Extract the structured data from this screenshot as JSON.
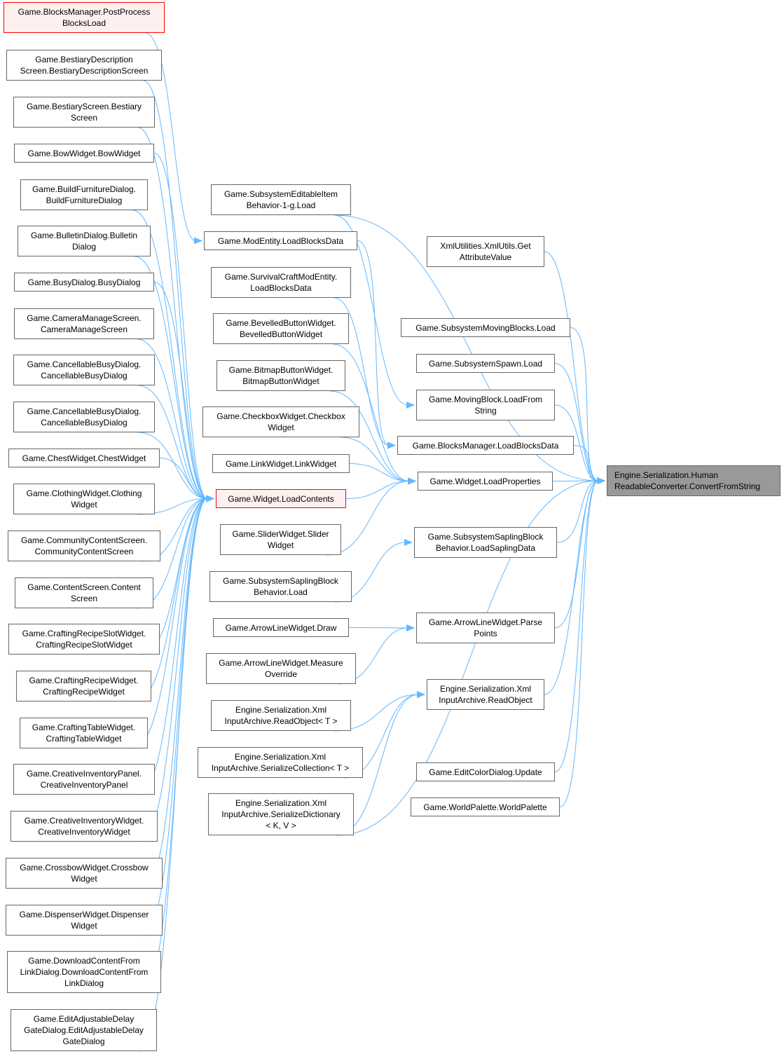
{
  "colors": {
    "edge": "#63b8ff",
    "node_border": "#666666",
    "highlight_border": "#ff0000",
    "target_fill": "#999999"
  },
  "nodes": {
    "n0": "Game.BlocksManager.PostProcess\nBlocksLoad",
    "n1": "Game.BestiaryDescription\nScreen.BestiaryDescriptionScreen",
    "n2": "Game.BestiaryScreen.Bestiary\nScreen",
    "n3": "Game.BowWidget.BowWidget",
    "n4": "Game.BuildFurnitureDialog.\nBuildFurnitureDialog",
    "n5": "Game.BulletinDialog.Bulletin\nDialog",
    "n6": "Game.BusyDialog.BusyDialog",
    "n7": "Game.CameraManageScreen.\nCameraManageScreen",
    "n8": "Game.CancellableBusyDialog.\nCancellableBusyDialog",
    "n9": "Game.CancellableBusyDialog.\nCancellableBusyDialog",
    "n10": "Game.ChestWidget.ChestWidget",
    "n11": "Game.ClothingWidget.Clothing\nWidget",
    "n12": "Game.CommunityContentScreen.\nCommunityContentScreen",
    "n13": "Game.ContentScreen.Content\nScreen",
    "n14": "Game.CraftingRecipeSlotWidget.\nCraftingRecipeSlotWidget",
    "n15": "Game.CraftingRecipeWidget.\nCraftingRecipeWidget",
    "n16": "Game.CraftingTableWidget.\nCraftingTableWidget",
    "n17": "Game.CreativeInventoryPanel.\nCreativeInventoryPanel",
    "n18": "Game.CreativeInventoryWidget.\nCreativeInventoryWidget",
    "n19": "Game.CrossbowWidget.Crossbow\nWidget",
    "n20": "Game.DispenserWidget.Dispenser\nWidget",
    "n21": "Game.DownloadContentFrom\nLinkDialog.DownloadContentFrom\nLinkDialog",
    "n22": "Game.EditAdjustableDelay\nGateDialog.EditAdjustableDelay\nGateDialog",
    "m0": "Game.SubsystemEditableItem\nBehavior-1-g.Load",
    "m1": "Game.ModEntity.LoadBlocksData",
    "m2": "Game.SurvivalCraftModEntity.\nLoadBlocksData",
    "m3": "Game.BevelledButtonWidget.\nBevelledButtonWidget",
    "m4": "Game.BitmapButtonWidget.\nBitmapButtonWidget",
    "m5": "Game.CheckboxWidget.Checkbox\nWidget",
    "m6": "Game.LinkWidget.LinkWidget",
    "m7": "Game.Widget.LoadContents",
    "m8": "Game.SliderWidget.Slider\nWidget",
    "m9": "Game.SubsystemSaplingBlock\nBehavior.Load",
    "m10": "Game.ArrowLineWidget.Draw",
    "m11": "Game.ArrowLineWidget.Measure\nOverride",
    "m12": "Engine.Serialization.Xml\nInputArchive.ReadObject< T >",
    "m13": "Engine.Serialization.Xml\nInputArchive.SerializeCollection< T >",
    "m14": "Engine.Serialization.Xml\nInputArchive.SerializeDictionary\n< K, V >",
    "r0": "XmlUtilities.XmlUtils.Get\nAttributeValue",
    "r1": "Game.SubsystemMovingBlocks.Load",
    "r2": "Game.SubsystemSpawn.Load",
    "r3": "Game.MovingBlock.LoadFrom\nString",
    "r4": "Game.BlocksManager.LoadBlocksData",
    "r5": "Game.Widget.LoadProperties",
    "r6": "Game.SubsystemSaplingBlock\nBehavior.LoadSaplingData",
    "r7": "Game.ArrowLineWidget.Parse\nPoints",
    "r8": "Engine.Serialization.Xml\nInputArchive.ReadObject",
    "r9": "Game.EditColorDialog.Update",
    "r10": "Game.WorldPalette.WorldPalette",
    "t": "Engine.Serialization.Human\nReadableConverter.ConvertFromString"
  },
  "edges": [
    [
      "n0",
      "m1"
    ],
    [
      "n1",
      "m7"
    ],
    [
      "n2",
      "m7"
    ],
    [
      "n3",
      "m7"
    ],
    [
      "n4",
      "m7"
    ],
    [
      "n5",
      "m7"
    ],
    [
      "n6",
      "m7"
    ],
    [
      "n7",
      "m7"
    ],
    [
      "n8",
      "m7"
    ],
    [
      "n9",
      "m7"
    ],
    [
      "n10",
      "m7"
    ],
    [
      "n11",
      "m7"
    ],
    [
      "n12",
      "m7"
    ],
    [
      "n13",
      "m7"
    ],
    [
      "n14",
      "m7"
    ],
    [
      "n15",
      "m7"
    ],
    [
      "n16",
      "m7"
    ],
    [
      "n17",
      "m7"
    ],
    [
      "n18",
      "m7"
    ],
    [
      "n19",
      "m7"
    ],
    [
      "n20",
      "m7"
    ],
    [
      "n21",
      "m7"
    ],
    [
      "n22",
      "m7"
    ],
    [
      "m0",
      "t"
    ],
    [
      "m0",
      "r3"
    ],
    [
      "m1",
      "r4"
    ],
    [
      "m2",
      "r4"
    ],
    [
      "m3",
      "r5"
    ],
    [
      "m4",
      "r5"
    ],
    [
      "m5",
      "r5"
    ],
    [
      "m6",
      "r5"
    ],
    [
      "m7",
      "r5"
    ],
    [
      "m8",
      "r5"
    ],
    [
      "m9",
      "r6"
    ],
    [
      "m10",
      "r7"
    ],
    [
      "m11",
      "r7"
    ],
    [
      "m12",
      "r8"
    ],
    [
      "m13",
      "r8"
    ],
    [
      "m14",
      "r8"
    ],
    [
      "m14",
      "t"
    ],
    [
      "r0",
      "t"
    ],
    [
      "r1",
      "t"
    ],
    [
      "r2",
      "t"
    ],
    [
      "r3",
      "t"
    ],
    [
      "r4",
      "t"
    ],
    [
      "r5",
      "t"
    ],
    [
      "r6",
      "t"
    ],
    [
      "r7",
      "t"
    ],
    [
      "r8",
      "t"
    ],
    [
      "r9",
      "t"
    ],
    [
      "r10",
      "t"
    ]
  ]
}
